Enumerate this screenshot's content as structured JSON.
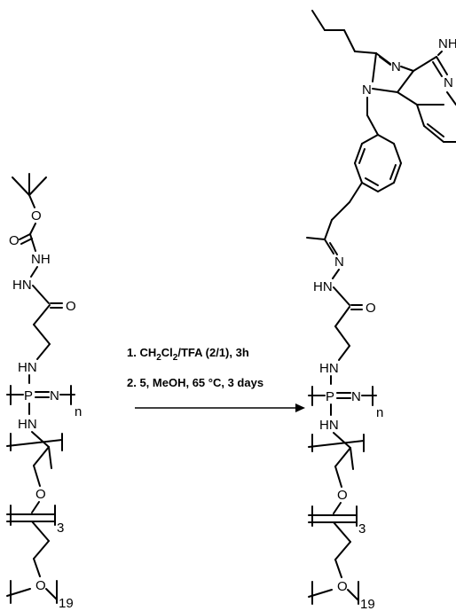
{
  "reaction": {
    "step1": {
      "prefix": "1. CH",
      "sub1": "2",
      "mid1": "Cl",
      "sub2": "2",
      "suffix": "/TFA (2/1), 3h"
    },
    "step2": "2. 5, MeOH, 65 °C, 3 days"
  },
  "reactant": {
    "atoms": {
      "o_ester": "O",
      "o_carbonyl": "O",
      "nh_top": "NH",
      "hn_mid": "HN",
      "o_amide": "O",
      "hn_link": "HN",
      "p_backbone": "P",
      "n_backbone": "N",
      "hn_side": "HN",
      "o_ether1": "O",
      "o_ether2": "O"
    },
    "indices": {
      "n": "n",
      "three": "3",
      "nineteen": "19"
    }
  },
  "product": {
    "atoms": {
      "n_imid_top": "N",
      "n_imid_bottom": "N",
      "n_quinoline": "N",
      "nh_amine": "NH",
      "n_hydrazone": "N",
      "hn_hydrazone": "HN",
      "o_amide": "O",
      "hn_link": "HN",
      "p_backbone": "P",
      "n_backbone": "N",
      "hn_side": "HN",
      "o_ether1": "O",
      "o_ether2": "O"
    },
    "indices": {
      "n": "n",
      "three": "3",
      "nineteen": "19"
    }
  }
}
